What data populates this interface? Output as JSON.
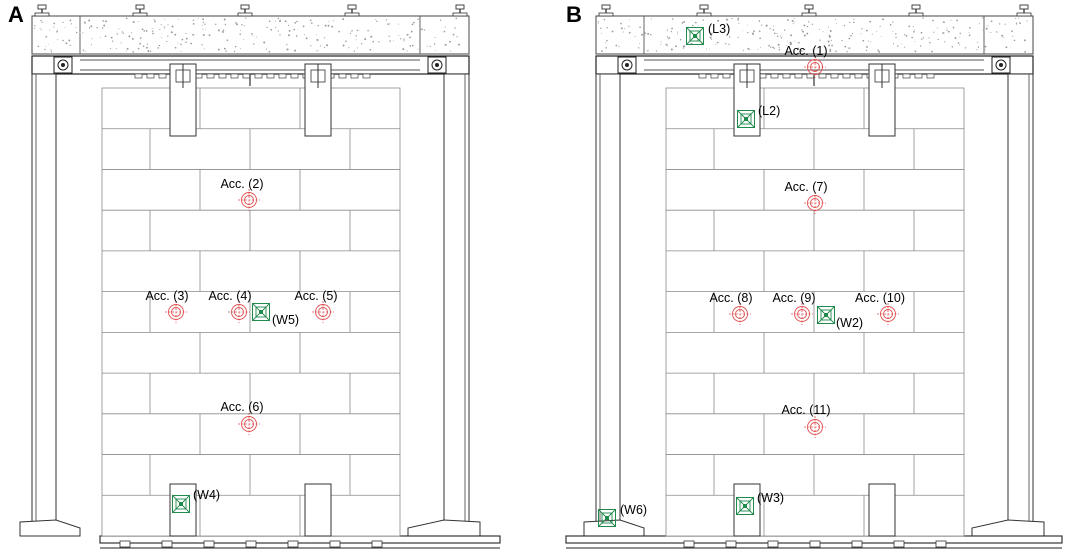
{
  "figure": {
    "panels": [
      {
        "id": "A",
        "letter": "A",
        "accelerometers": [
          {
            "label": "Acc. (2)"
          },
          {
            "label": "Acc. (3)"
          },
          {
            "label": "Acc. (4)"
          },
          {
            "label": "Acc. (5)"
          },
          {
            "label": "Acc. (6)"
          }
        ],
        "displacement_sensors": [
          {
            "label": "(W5)"
          },
          {
            "label": "(W4)"
          }
        ]
      },
      {
        "id": "B",
        "letter": "B",
        "accelerometers": [
          {
            "label": "Acc. (1)"
          },
          {
            "label": "Acc. (7)"
          },
          {
            "label": "Acc. (8)"
          },
          {
            "label": "Acc. (9)"
          },
          {
            "label": "Acc. (10)"
          },
          {
            "label": "Acc. (11)"
          }
        ],
        "displacement_sensors": [
          {
            "label": "(L3)"
          },
          {
            "label": "(L2)"
          },
          {
            "label": "(W2)"
          },
          {
            "label": "(W3)"
          },
          {
            "label": "(W6)"
          }
        ]
      }
    ],
    "colors": {
      "accelerometer": "#e05050",
      "displacement_sensor": "#1f8a4c",
      "lines": "#555555"
    },
    "icons": {
      "accelerometer": "accelerometer-target-icon",
      "displacement_sensor": "lvdt-sensor-icon"
    }
  }
}
